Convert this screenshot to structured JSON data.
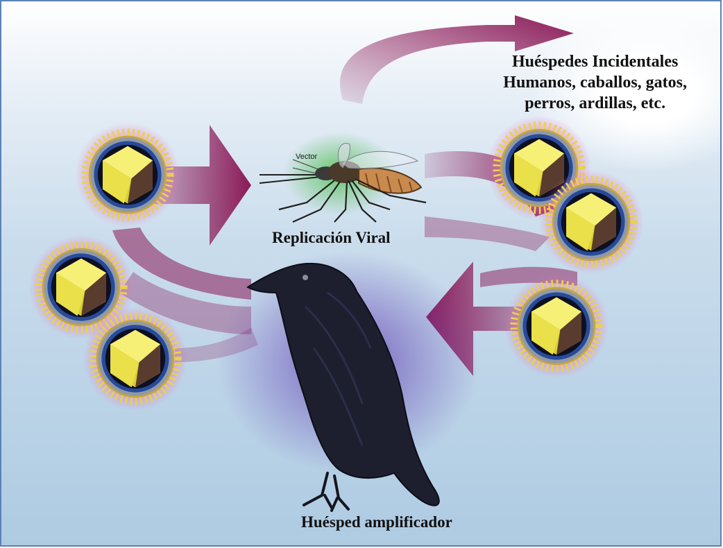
{
  "labels": {
    "incidental_hosts": [
      "Huéspedes Incidentales",
      "Humanos, caballos, gatos,",
      "perros, ardillas, etc."
    ],
    "viral_replication": "Replicación Viral",
    "amplifying_host": "Huésped amplificador",
    "vector": "Vector"
  },
  "colors": {
    "arrow": "#8a1a58",
    "virus_core": "#f3e94a",
    "virus_shadow": "#5a3c2e",
    "virus_envelope": "#274a9a",
    "spike": "#e8d34a",
    "glow_pink": "#f06bb5",
    "glow_green": "#58c05a",
    "glow_purple": "#6a4bb8",
    "crow": "#1d1f2e",
    "mosquito": "#c98a4e"
  },
  "icons": [
    "virus-icon",
    "mosquito-icon",
    "crow-icon",
    "arrow-icon"
  ]
}
